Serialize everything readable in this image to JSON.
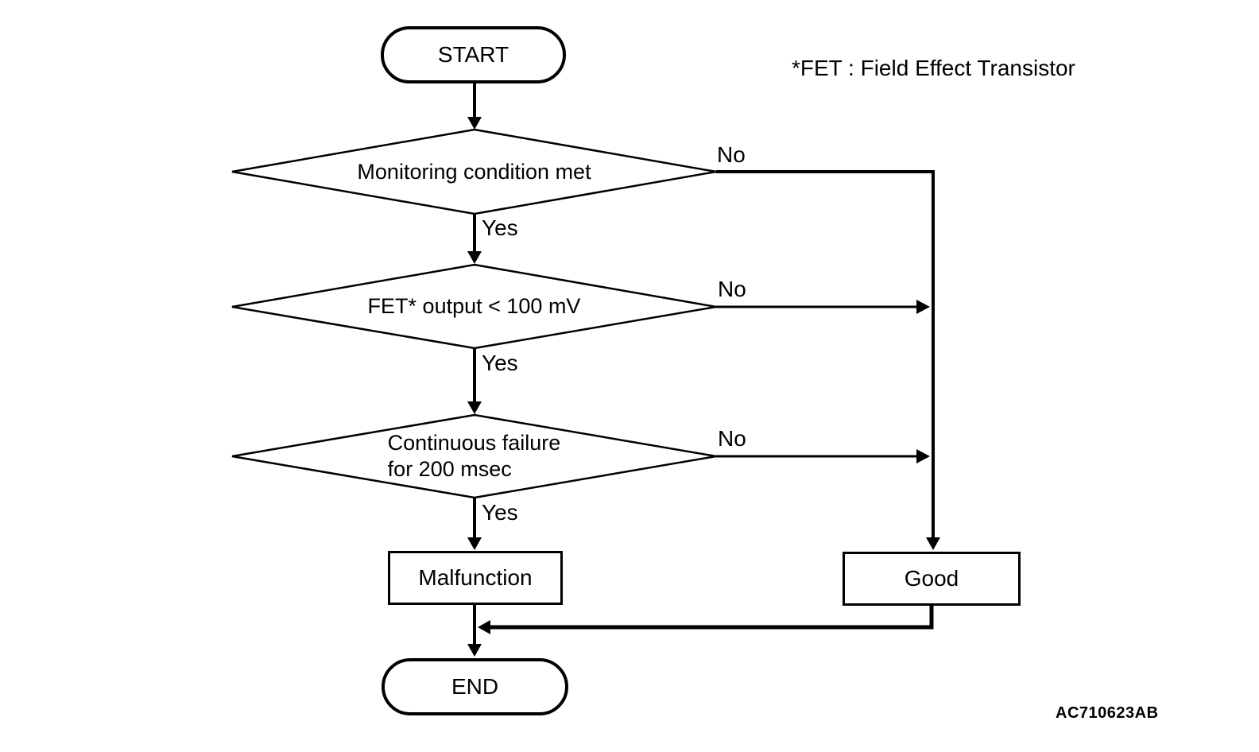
{
  "page": {
    "background_color": "#ffffff",
    "ink_color": "#000000"
  },
  "note": "*FET : Field Effect Transistor",
  "figure_code": "AC710623AB",
  "flowchart": {
    "nodes": {
      "start": {
        "type": "terminator",
        "label": "START"
      },
      "decision1": {
        "type": "decision",
        "label": "Monitoring condition met"
      },
      "decision2": {
        "type": "decision",
        "label": "FET* output < 100 mV"
      },
      "decision3": {
        "type": "decision",
        "label": "Continuous failure\nfor 200 msec"
      },
      "malfunction": {
        "type": "process",
        "label": "Malfunction"
      },
      "good": {
        "type": "process",
        "label": "Good"
      },
      "end": {
        "type": "terminator",
        "label": "END"
      }
    },
    "edges": {
      "yes1": {
        "label": "Yes",
        "from": "decision1",
        "to": "decision2"
      },
      "yes2": {
        "label": "Yes",
        "from": "decision2",
        "to": "decision3"
      },
      "yes3": {
        "label": "Yes",
        "from": "decision3",
        "to": "malfunction"
      },
      "no1": {
        "label": "No",
        "from": "decision1",
        "to": "good"
      },
      "no2": {
        "label": "No",
        "from": "decision2",
        "to": "good"
      },
      "no3": {
        "label": "No",
        "from": "decision3",
        "to": "good"
      },
      "start_to_decision1": {
        "label": "",
        "from": "start",
        "to": "decision1"
      },
      "malfunction_to_end": {
        "label": "",
        "from": "malfunction",
        "to": "end"
      },
      "good_to_end": {
        "label": "",
        "from": "good",
        "to": "end"
      }
    }
  }
}
